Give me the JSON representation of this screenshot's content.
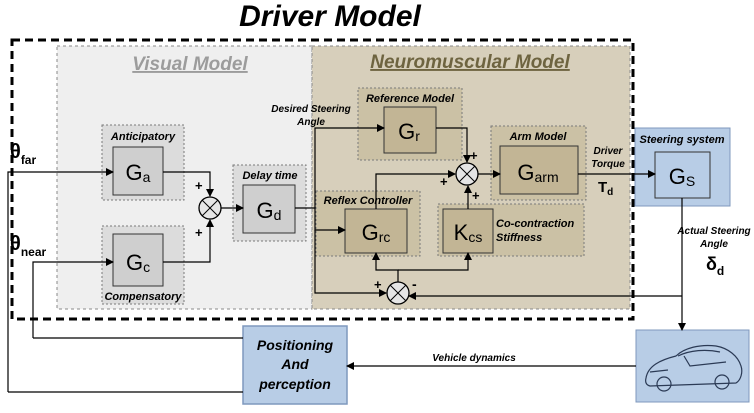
{
  "title": "Driver Model",
  "regions": {
    "visual_label": "Visual Model",
    "neuro_label": "Neuromuscular Model"
  },
  "signals": {
    "theta": "θ",
    "far": "far",
    "near": "near",
    "desired_steering": "Desired Steering",
    "desired_angle": "Angle",
    "driver": "Driver",
    "torque": "Torque",
    "tau": "T",
    "tau_sub": "d",
    "actual_steering": "Actual Steering",
    "actual_angle": "Angle",
    "delta": "δ",
    "delta_sub": "d",
    "vehicle_dynamics": "Vehicle dynamics"
  },
  "blocks": {
    "anticipatory": {
      "caption": "Anticipatory",
      "main": "G",
      "sub": "a"
    },
    "compensatory": {
      "caption": "Compensatory",
      "main": "G",
      "sub": "c"
    },
    "delay": {
      "caption": "Delay time",
      "main": "G",
      "sub": "d"
    },
    "reference": {
      "caption": "Reference Model",
      "main": "G",
      "sub": "r"
    },
    "arm": {
      "caption": "Arm Model",
      "main": "G",
      "sub": "arm"
    },
    "reflex": {
      "caption": "Reflex Controller",
      "main": "G",
      "sub": "rc"
    },
    "cocontraction": {
      "caption_line1": "Co-contraction",
      "caption_line2": "Stiffness",
      "main": "K",
      "sub": "cs"
    },
    "steering": {
      "caption": "Steering system",
      "main": "G",
      "sub": "S"
    },
    "positioning": {
      "line1": "Positioning",
      "line2": "And",
      "line3": "perception"
    }
  },
  "signs": {
    "plus": "+",
    "minus": "-"
  },
  "colors": {
    "visual_bg": "#efefef",
    "neuro_bg": "#d7cfbb",
    "block_fill": "#c9bd9f",
    "gray_block": "#d2d2d2",
    "blue_block": "#b8cde6",
    "blue_border": "#7f98bd"
  }
}
